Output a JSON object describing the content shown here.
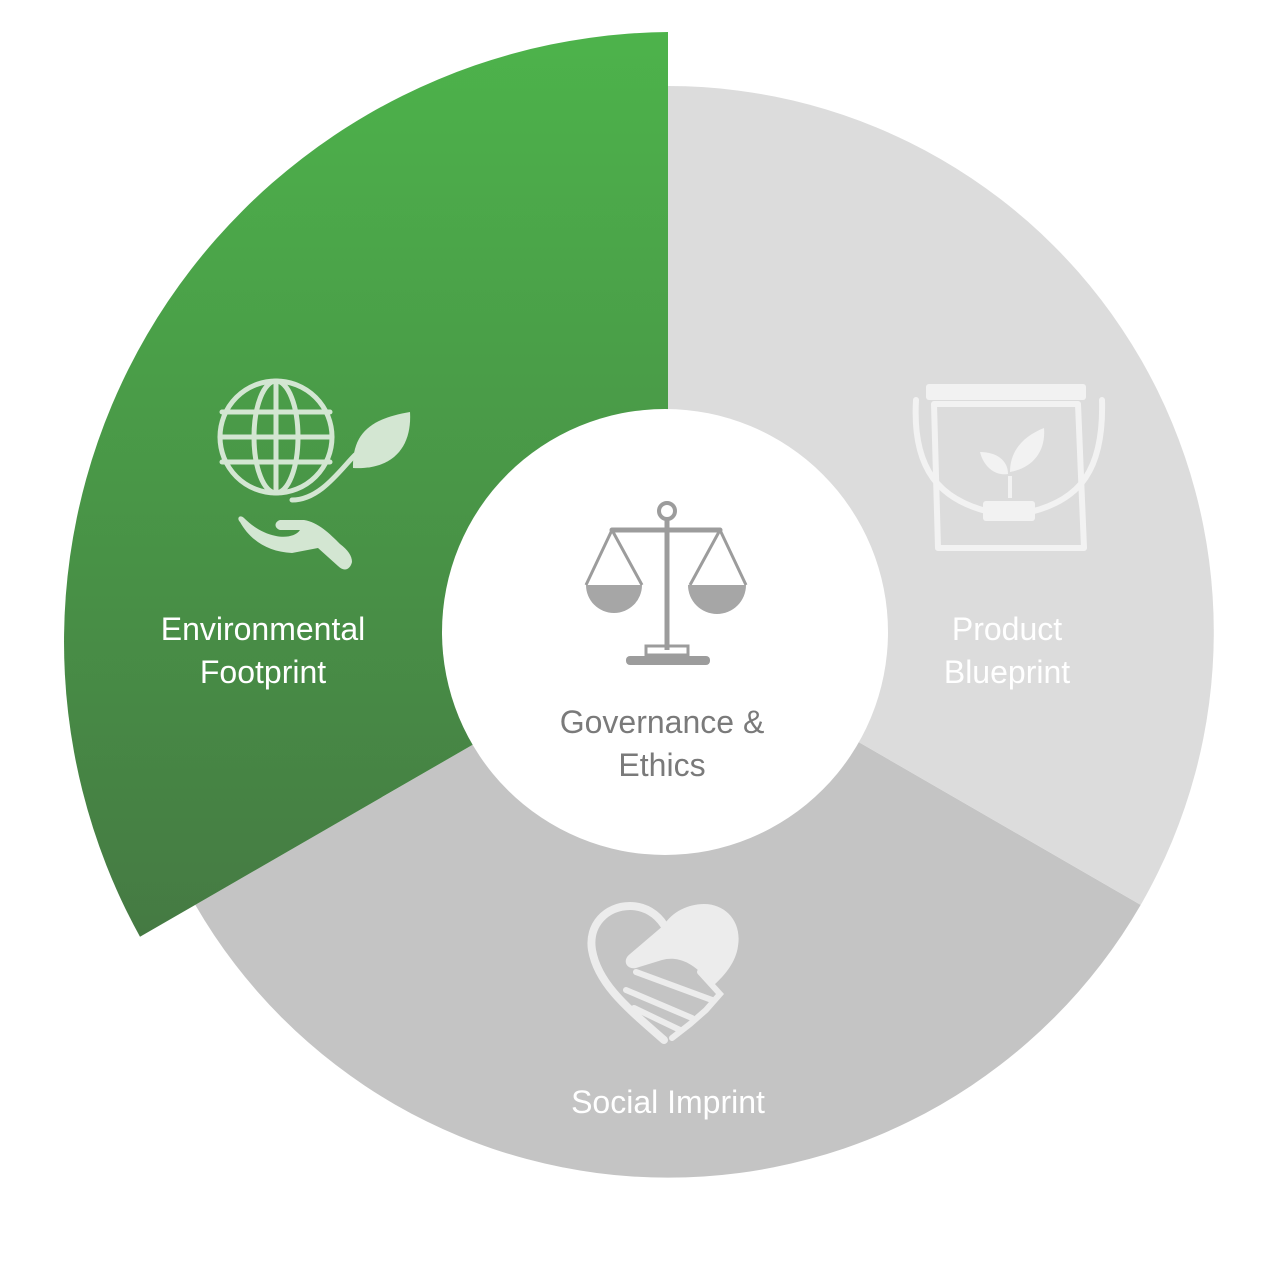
{
  "segments": {
    "environmental": {
      "line1": "Environmental",
      "line2": "Footprint",
      "icon": "globe-leaf-hand-icon",
      "color_top": "#4DB34B",
      "color_bottom": "#457A43",
      "text_color": "#FFFFFF"
    },
    "product": {
      "line1": "Product",
      "line2": "Blueprint",
      "icon": "bucket-sprout-icon",
      "color": "#DCDCDC",
      "text_color": "#FFFFFF"
    },
    "social": {
      "line1": "Social Imprint",
      "icon": "heart-handshake-icon",
      "color": "#C4C4C4",
      "text_color": "#FFFFFF"
    }
  },
  "center": {
    "line1": "Governance &",
    "line2": "Ethics",
    "icon": "balance-scale-icon",
    "color": "#FFFFFF",
    "text_color": "#7A7A7A"
  }
}
